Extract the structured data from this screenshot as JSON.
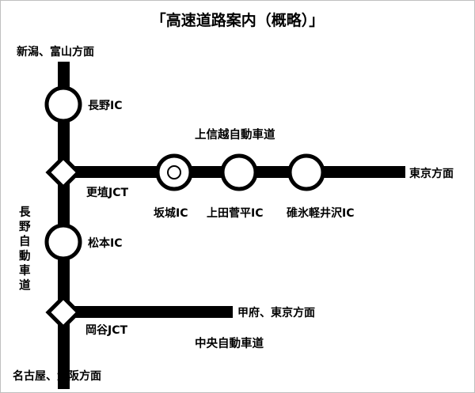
{
  "title": "「高速道路案内（概略）」",
  "directions": {
    "north": "新潟、富山方面",
    "south": "名古屋、大阪方面",
    "east_joshinetsu": "東京方面",
    "east_chuo": "甲府、東京方面"
  },
  "interchanges": {
    "nagano": "長野IC",
    "koshoku": "更埴JCT",
    "matsumoto": "松本IC",
    "okaya": "岡谷JCT",
    "sakaki": "坂城IC",
    "ueda": "上田菅平IC",
    "usui": "碓氷軽井沢IC"
  },
  "routes": {
    "joshinetsu": {
      "name": "上信越自動車道",
      "color": "#1faa4e"
    },
    "nagano_expressway": {
      "name": "長野自動車道",
      "color": "#1f7fc4"
    },
    "chuo": {
      "name": "中央自動車道",
      "color": "#e0201b"
    }
  },
  "line_color": "#000000"
}
